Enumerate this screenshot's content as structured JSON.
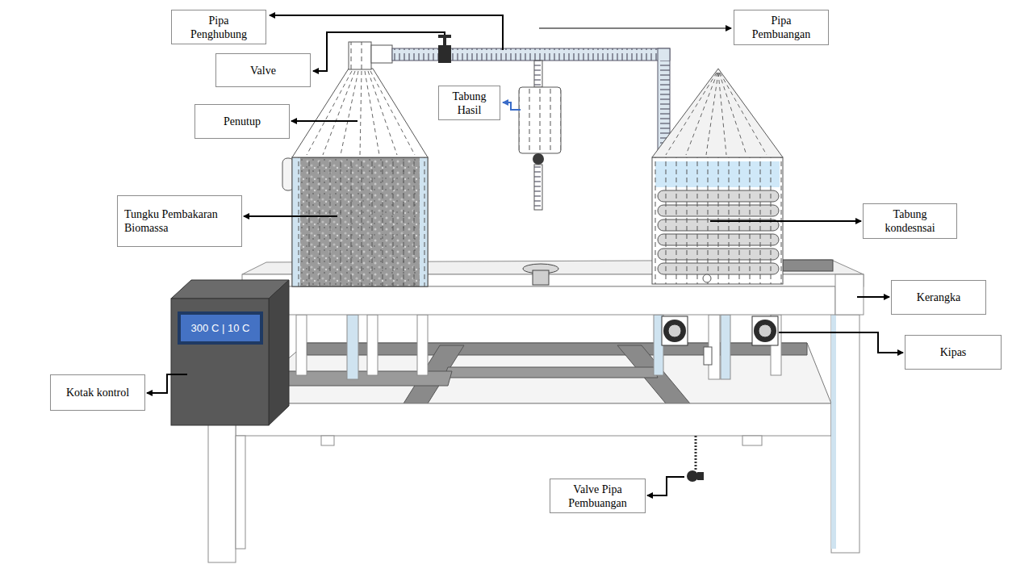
{
  "diagram": {
    "nodes": [
      {
        "text": [
          "Pipa Penghubung"
        ]
      },
      {
        "text": [
          "Pipa Pembuangan"
        ]
      },
      {
        "text": [
          "Valve"
        ]
      },
      {
        "text": [
          "Tabung Hasil"
        ]
      },
      {
        "text": [
          "Penutup"
        ]
      },
      {
        "text": [
          "Tungku Pembakaran Biomassa"
        ]
      },
      {
        "text": [
          "Tabung kondesnsai"
        ]
      },
      {
        "text": [
          "Kerangka"
        ]
      },
      {
        "text": [
          "Kipas"
        ]
      },
      {
        "text": [
          "300 C | 10 C"
        ]
      },
      {
        "text": [
          "Kotak kontrol"
        ]
      },
      {
        "text": [
          "Valve Pipa Pembuangan"
        ]
      }
    ]
  }
}
